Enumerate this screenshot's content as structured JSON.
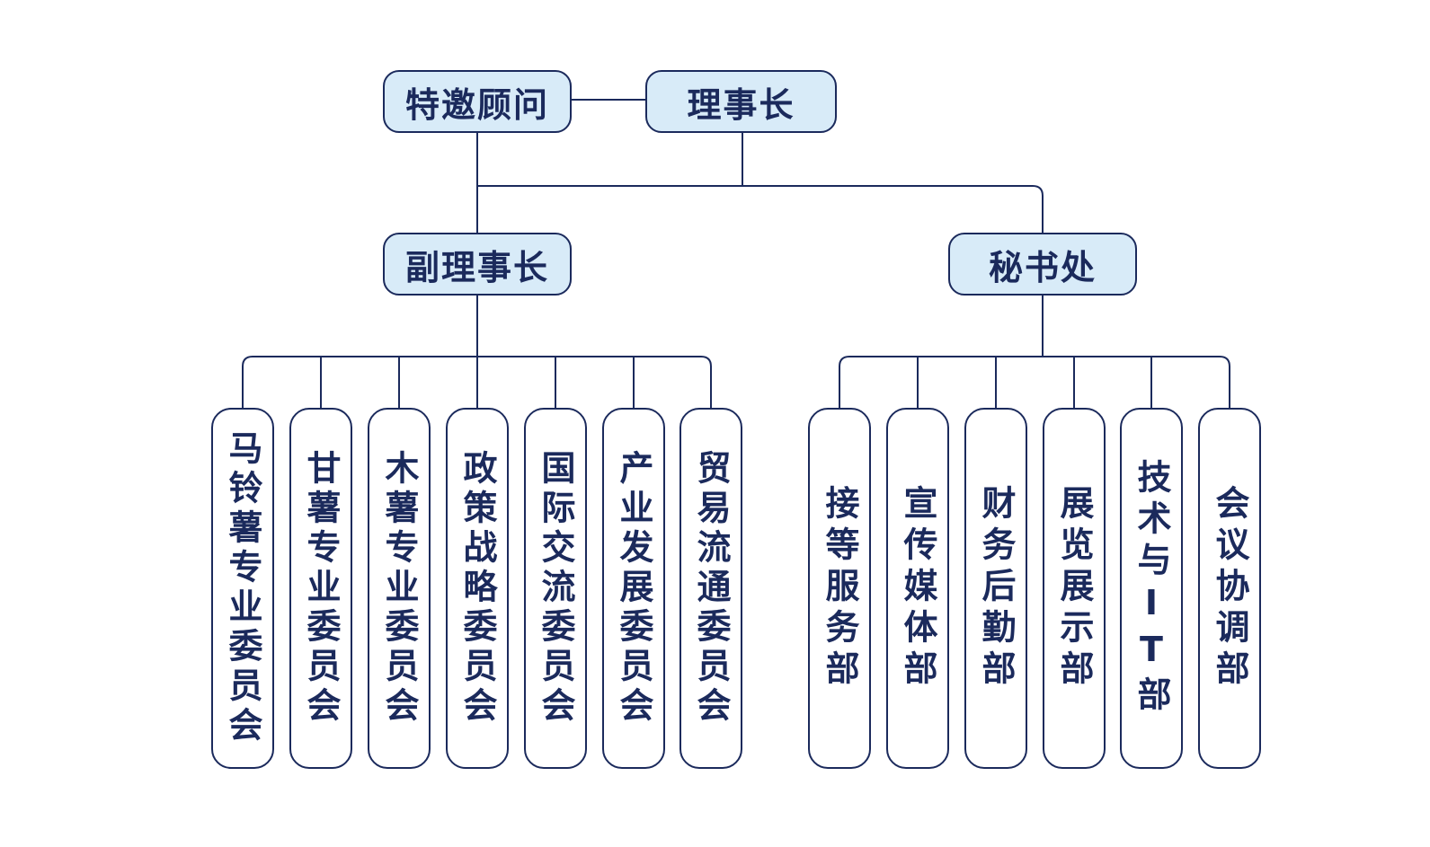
{
  "top": {
    "advisor": "特邀顾问",
    "chairman": "理事长"
  },
  "level2": {
    "vice_chairman": "副理事长",
    "secretariat": "秘书处"
  },
  "committees": [
    "马铃薯专业委员会",
    "甘薯专业委员会",
    "木薯专业委员会",
    "政策战略委员会",
    "国际交流委员会",
    "产业发展委员会",
    "贸易流通委员会"
  ],
  "departments": [
    "接等服务部",
    "宣传媒体部",
    "财务后勤部",
    "展览展示部",
    "技术与IT部",
    "会议协调部"
  ],
  "colors": {
    "line": "#1b2a5c",
    "node_fill": "#d8ebf8",
    "text": "#1b2a5c"
  }
}
